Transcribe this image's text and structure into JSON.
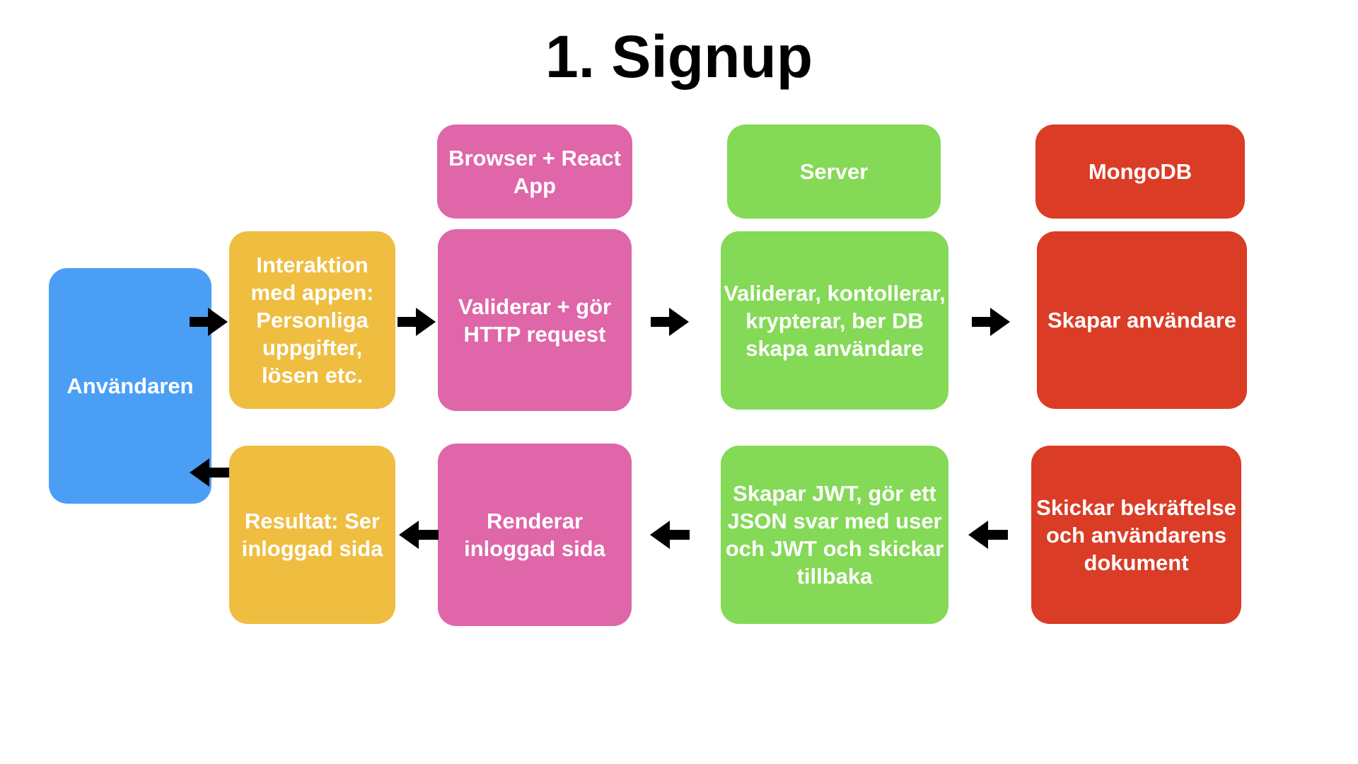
{
  "title": "1. Signup",
  "colors": {
    "user": "#4a9ff5",
    "app": "#efbd40",
    "browser": "#df66a8",
    "server": "#84d957",
    "mongo": "#da3c26",
    "arrow": "#000000"
  },
  "headers": {
    "browser": "Browser + React App",
    "server": "Server",
    "mongodb": "MongoDB"
  },
  "user": {
    "label": "Användaren"
  },
  "request_flow": {
    "app": "Interaktion med appen: Personliga uppgifter, lösen etc.",
    "browser": "Validerar + gör HTTP request",
    "server": "Validerar, kontollerar, krypterar, ber DB skapa användare",
    "mongodb": "Skapar användare"
  },
  "response_flow": {
    "app": "Resultat: Ser inloggad sida",
    "browser": "Renderar inloggad sida",
    "server": "Skapar JWT, gör ett JSON svar med user och JWT och skickar tillbaka",
    "mongodb": "Skickar bekräftelse och användarens dokument"
  },
  "icons": {
    "arrow_right": "arrow-right-icon",
    "arrow_left": "arrow-left-icon"
  }
}
